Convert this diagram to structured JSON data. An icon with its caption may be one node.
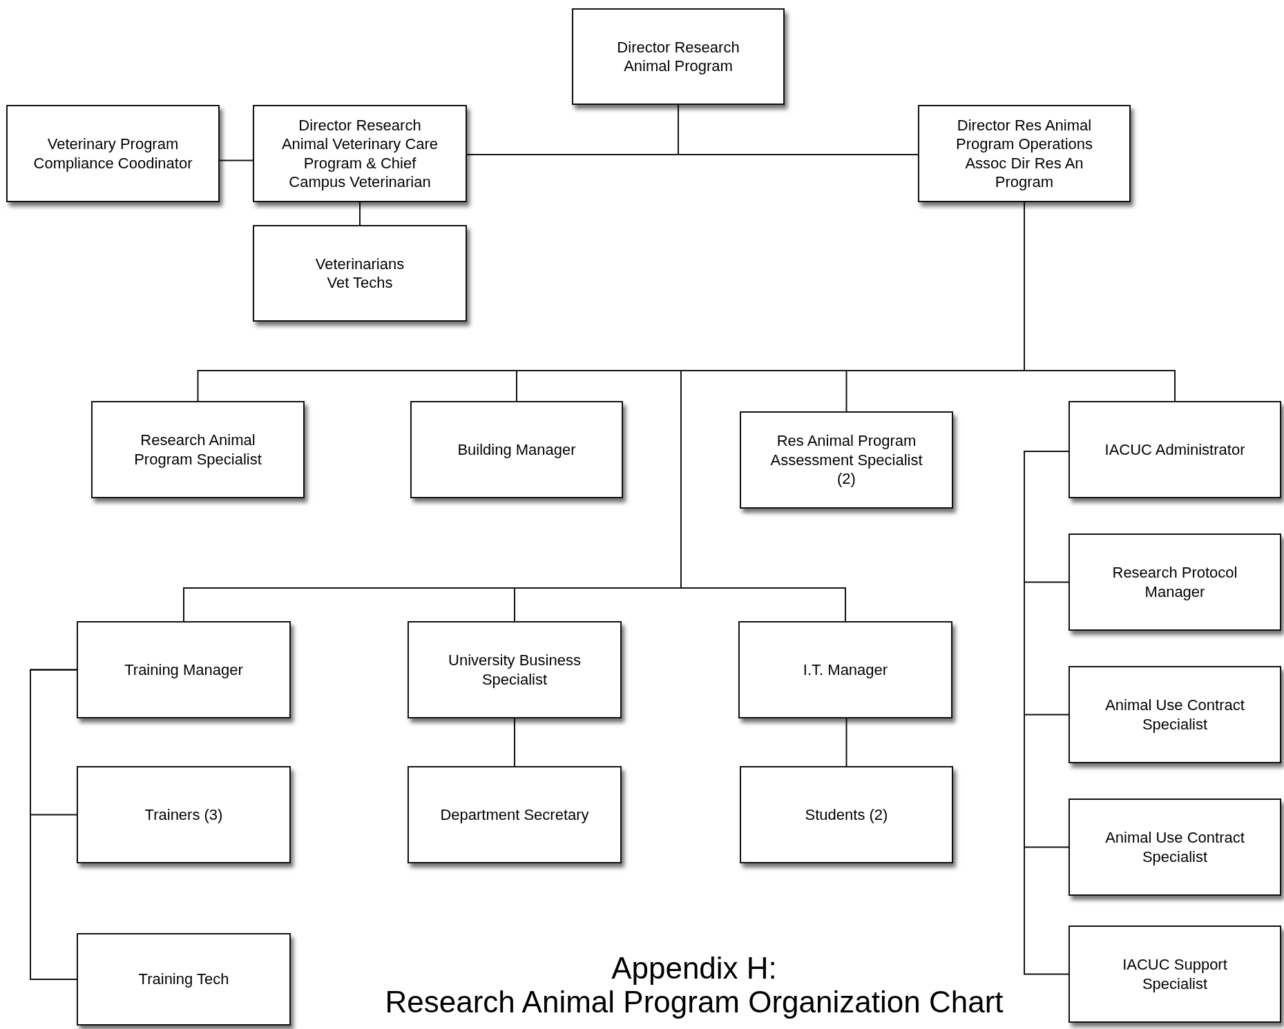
{
  "diagram": {
    "title": "Appendix H: Research Animal Program Organization Chart",
    "nodes": [
      {
        "text": [
          "Director Research Animal Program"
        ]
      },
      {
        "text": [
          "Veterinary Program Compliance Coodinator"
        ]
      },
      {
        "text": [
          "Director Research Animal Veterinary Care Program & Chief Campus Veterinarian"
        ]
      },
      {
        "text": [
          "Director Res Animal Program Operations Assoc Dir Res An Program"
        ]
      },
      {
        "text": [
          "Veterinarians Vet Techs"
        ]
      },
      {
        "text": [
          "Research Animal Program Specialist"
        ]
      },
      {
        "text": [
          "Building Manager"
        ]
      },
      {
        "text": [
          "Res Animal Program Assessment Specialist (2)"
        ]
      },
      {
        "text": [
          "IACUC Administrator"
        ]
      },
      {
        "text": [
          "Training Manager"
        ]
      },
      {
        "text": [
          "University Business Specialist"
        ]
      },
      {
        "text": [
          "I.T. Manager"
        ]
      },
      {
        "text": [
          "Trainers (3)"
        ]
      },
      {
        "text": [
          "Department Secretary"
        ]
      },
      {
        "text": [
          "Students (2)"
        ]
      },
      {
        "text": [
          "Training Tech"
        ]
      },
      {
        "text": [
          "Research Protocol Manager"
        ]
      },
      {
        "text": [
          "Animal Use Contract Specialist"
        ]
      },
      {
        "text": [
          "Animal Use Contract Specialist"
        ]
      },
      {
        "text": [
          "IACUC Support Specialist"
        ]
      }
    ],
    "edges": [
      {
        "from": 0,
        "to": 2,
        "arrow": "none"
      },
      {
        "from": 0,
        "to": 3,
        "arrow": "none"
      },
      {
        "from": 1,
        "to": 2,
        "arrow": "none"
      },
      {
        "from": 2,
        "to": 4,
        "arrow": "none"
      },
      {
        "from": 3,
        "to": 5,
        "arrow": "none"
      },
      {
        "from": 3,
        "to": 6,
        "arrow": "none"
      },
      {
        "from": 3,
        "to": 7,
        "arrow": "none"
      },
      {
        "from": 3,
        "to": 8,
        "arrow": "none"
      },
      {
        "from": 3,
        "to": 9,
        "arrow": "none"
      },
      {
        "from": 3,
        "to": 10,
        "arrow": "none"
      },
      {
        "from": 3,
        "to": 11,
        "arrow": "none"
      },
      {
        "from": 8,
        "to": 16,
        "arrow": "none"
      },
      {
        "from": 8,
        "to": 17,
        "arrow": "none"
      },
      {
        "from": 8,
        "to": 18,
        "arrow": "none"
      },
      {
        "from": 8,
        "to": 19,
        "arrow": "none"
      },
      {
        "from": 9,
        "to": 12,
        "arrow": "none"
      },
      {
        "from": 9,
        "to": 15,
        "arrow": "none"
      },
      {
        "from": 10,
        "to": 13,
        "arrow": "none"
      },
      {
        "from": 11,
        "to": 14,
        "arrow": "none"
      }
    ]
  }
}
